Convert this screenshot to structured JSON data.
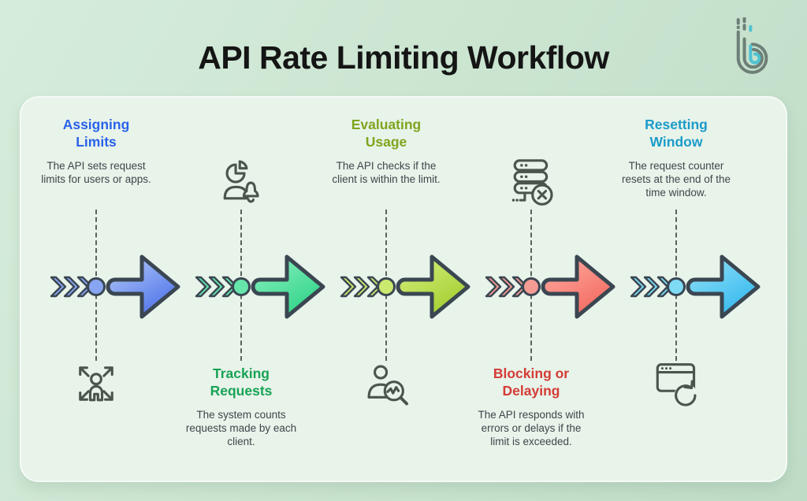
{
  "header": {
    "title": "API Rate Limiting Workflow",
    "logo": "brandmark-b"
  },
  "panel": {
    "background": "#e8f3ea",
    "outer_background": "#cbe5d1",
    "outline_color": "#3a4651"
  },
  "steps": [
    {
      "title": "Assigning Limits",
      "description": "The API sets request limits for users or apps.",
      "text_position": "top",
      "icon": "user-expand-arrows-icon",
      "colors": {
        "accent": "#2a63ea",
        "chevron": "#88a5f3",
        "arrow_light": "#b7cef9",
        "arrow_dark": "#4e72e9"
      }
    },
    {
      "title": "Tracking Requests",
      "description": "The system counts requests made by each client.",
      "text_position": "bottom",
      "icon": "user-pie-chart-bell-icon",
      "colors": {
        "accent": "#18a355",
        "chevron": "#66e5ab",
        "arrow_light": "#8ff3c2",
        "arrow_dark": "#2fd288"
      }
    },
    {
      "title": "Evaluating Usage",
      "description": "The API checks if the client is within the limit.",
      "text_position": "top",
      "icon": "user-activity-magnifier-icon",
      "colors": {
        "accent": "#7fa51e",
        "chevron": "#cbe96e",
        "arrow_light": "#d9ef83",
        "arrow_dark": "#a2ce2d"
      }
    },
    {
      "title": "Blocking or Delaying",
      "description": "The API responds with errors or delays if the limit is exceeded.",
      "text_position": "bottom",
      "icon": "server-blocked-icon",
      "colors": {
        "accent": "#d43c36",
        "chevron": "#f49b94",
        "arrow_light": "#ffb0a7",
        "arrow_dark": "#f3685e"
      }
    },
    {
      "title": "Resetting Window",
      "description": "The request counter resets at the end of the time window.",
      "text_position": "top",
      "icon": "browser-window-refresh-icon",
      "colors": {
        "accent": "#1b9cc9",
        "chevron": "#7fdaf4",
        "arrow_light": "#98e4f9",
        "arrow_dark": "#33b7ed"
      }
    }
  ]
}
